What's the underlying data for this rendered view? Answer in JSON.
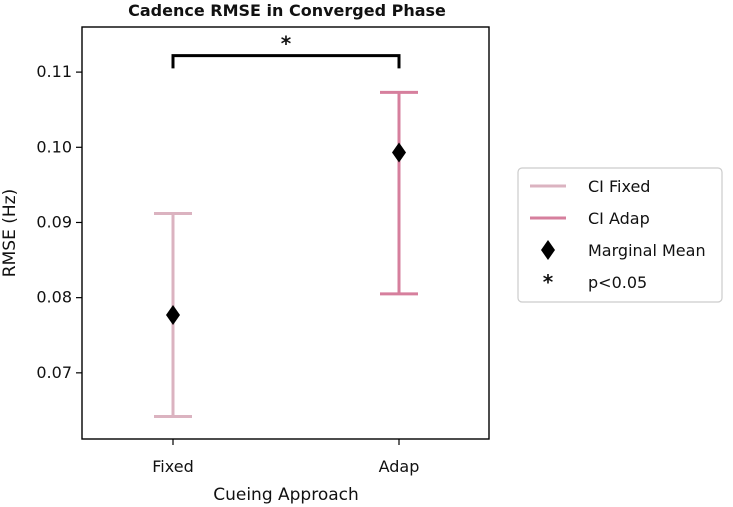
{
  "chart_data": {
    "type": "errorbar",
    "title": "Cadence RMSE in Converged Phase",
    "xlabel": "Cueing Approach",
    "ylabel": "RMSE (Hz)",
    "categories": [
      "Fixed",
      "Adap"
    ],
    "yticks": [
      "0.07",
      "0.08",
      "0.09",
      "0.10",
      "0.11"
    ],
    "ylim": [
      0.0612,
      0.116
    ],
    "ci": [
      {
        "name": "CI Fixed",
        "category": "Fixed",
        "low": 0.0642,
        "high": 0.0912,
        "color": "#dbb3c0"
      },
      {
        "name": "CI Adap",
        "category": "Adap",
        "low": 0.0805,
        "high": 0.1073,
        "color": "#d67f9d"
      }
    ],
    "marginal_mean": {
      "name": "Marginal Mean",
      "values": [
        0.0777,
        0.0993
      ],
      "color": "#000000"
    },
    "significance": {
      "between": [
        "Fixed",
        "Adap"
      ],
      "marker": "*",
      "bracket_level": 0.1122,
      "bracket_tip_level": 0.1105
    },
    "legend": {
      "position": "right",
      "entries": [
        {
          "label": "CI Fixed",
          "symbol": "line",
          "color": "#dbb3c0"
        },
        {
          "label": "CI Adap",
          "symbol": "line",
          "color": "#d67f9d"
        },
        {
          "label": "Marginal Mean",
          "symbol": "diamond",
          "color": "#000000"
        },
        {
          "label": "p<0.05",
          "symbol": "star",
          "color": "#000000"
        }
      ]
    },
    "grid": false
  }
}
